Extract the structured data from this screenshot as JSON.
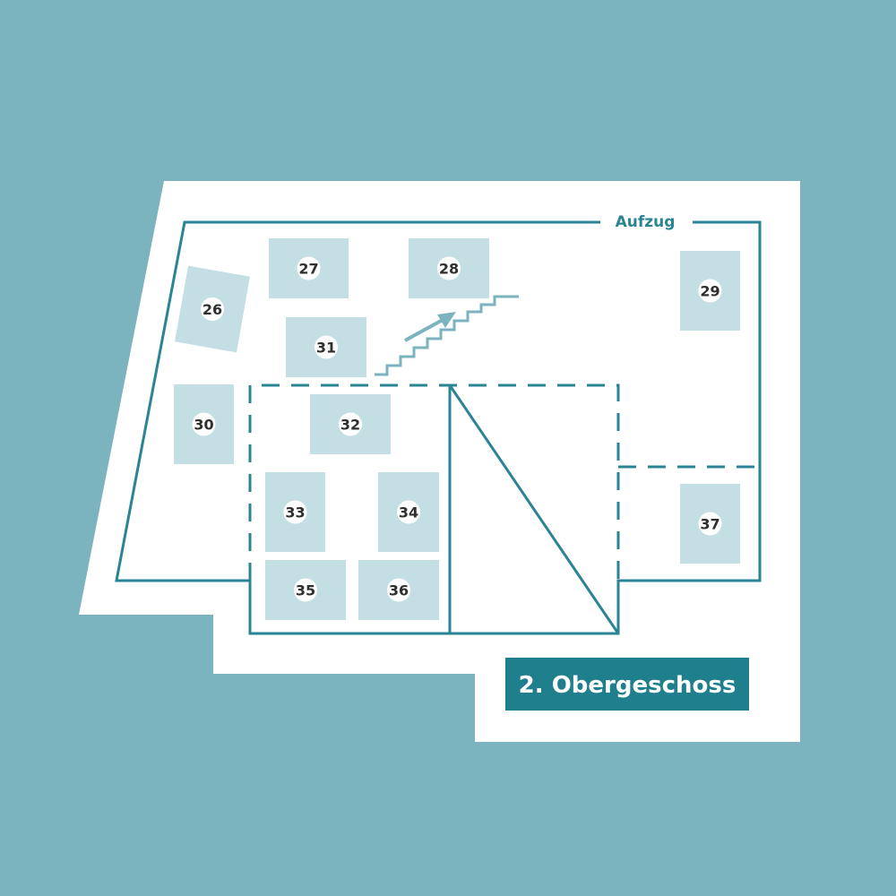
{
  "colors": {
    "background": "#7bb3be",
    "paper": "#ffffff",
    "wall": "#2a8494",
    "booth": "#c4dfe3",
    "badge": "#ffffff",
    "number": "#2f2f2f",
    "stairs": "#7bb3be",
    "floor_label_bg": "#1f7f8c",
    "floor_label_text": "#ffffff"
  },
  "elevator_label": "Aufzug",
  "floor_label": "2. Obergeschoss",
  "booths": [
    {
      "id": "booth-26",
      "number": "26"
    },
    {
      "id": "booth-27",
      "number": "27"
    },
    {
      "id": "booth-28",
      "number": "28"
    },
    {
      "id": "booth-29",
      "number": "29"
    },
    {
      "id": "booth-30",
      "number": "30"
    },
    {
      "id": "booth-31",
      "number": "31"
    },
    {
      "id": "booth-32",
      "number": "32"
    },
    {
      "id": "booth-33",
      "number": "33"
    },
    {
      "id": "booth-34",
      "number": "34"
    },
    {
      "id": "booth-35",
      "number": "35"
    },
    {
      "id": "booth-36",
      "number": "36"
    },
    {
      "id": "booth-37",
      "number": "37"
    }
  ]
}
